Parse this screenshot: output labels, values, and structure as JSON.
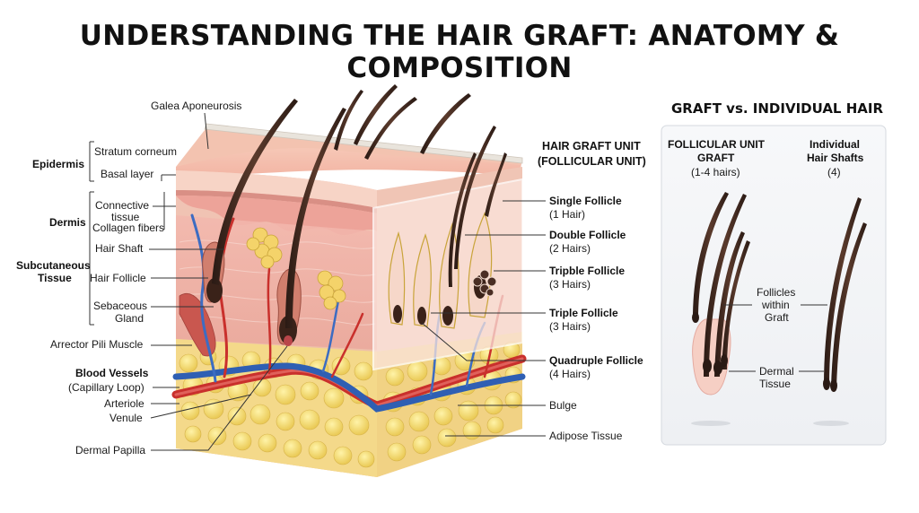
{
  "title": "UNDERSTANDING THE HAIR GRAFT: ANATOMY & COMPOSITION",
  "left_labels": {
    "galea": "Galea Aponeurosis",
    "epidermis": "Epidermis",
    "stratum": "Stratum corneum",
    "basal": "Basal layer",
    "dermis": "Dermis",
    "connective_1": "Connective",
    "connective_2": "tissue",
    "collagen": "Collagen fibers",
    "hair_shaft": "Hair Shaft",
    "subcut_1": "Subcutaneous",
    "subcut_2": "Tissue",
    "hair_follicle": "Hair Follicle",
    "sebaceous_1": "Sebaceous",
    "sebaceous_2": "Gland",
    "arrector": "Arrector Pili Muscle",
    "blood_1": "Blood Vessels",
    "blood_2": "(Capillary Loop)",
    "arteriole": "Arteriole",
    "venule": "Venule",
    "papilla": "Dermal Papilla"
  },
  "right_labels": {
    "unit_1": "HAIR GRAFT UNIT",
    "unit_2": "(FOLLICULAR UNIT)",
    "single": "Single Follicle",
    "single_n": "(1 Hair)",
    "double": "Double Follicle",
    "double_n": "(2 Hairs)",
    "tripble": "Tripble Follicle",
    "tripble_n": "(3 Hairs)",
    "triple": "Triple Follicle",
    "triple_n": "(3 Hairs)",
    "quad": "Quadruple Follicle",
    "quad_n": "(4 Hairs)",
    "bulge": "Bulge",
    "adipose": "Adipose Tissue"
  },
  "panel": {
    "title": "GRAFT vs. INDIVIDUAL HAIR",
    "fu_1": "FOLLICULAR UNIT",
    "fu_2": "GRAFT",
    "fu_3": "(1-4 hairs)",
    "ind_1": "Individual",
    "ind_2": "Hair Shafts",
    "ind_3": "(4)",
    "within_1": "Follicles",
    "within_2": "within",
    "within_3": "Graft",
    "dermal_1": "Dermal",
    "dermal_2": "Tissue"
  }
}
